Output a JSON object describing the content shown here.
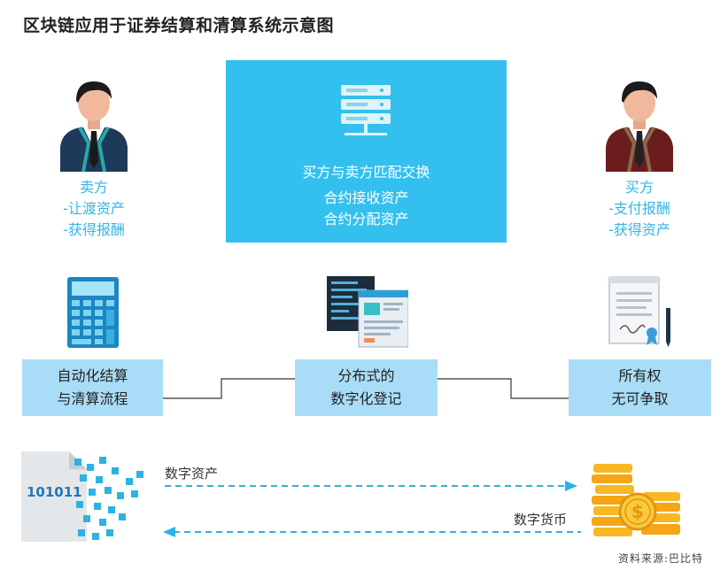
{
  "title": "区块链应用于证券结算和清算系统示意图",
  "center": {
    "line1": "买方与卖方匹配交换",
    "line2": "合约接收资产",
    "line3": "合约分配资产"
  },
  "seller": {
    "name": "卖方",
    "line1": "-让渡资产",
    "line2": "-获得报酬"
  },
  "buyer": {
    "name": "买方",
    "line1": "-支付报酬",
    "line2": "-获得资产"
  },
  "boxes": {
    "left": {
      "line1": "自动化结算",
      "line2": "与清算流程"
    },
    "middle": {
      "line1": "分布式的",
      "line2": "数字化登记"
    },
    "right": {
      "line1": "所有权",
      "line2": "无可争取"
    }
  },
  "document_code": "101011",
  "arrows": {
    "top_label": "数字资产",
    "bottom_label": "数字货币"
  },
  "source": "资料来源:巴比特",
  "colors": {
    "center_box": "#33c0ee",
    "info_box": "#a9dcf7",
    "role_text": "#36b3e6",
    "arrow": "#2bb3e3"
  }
}
